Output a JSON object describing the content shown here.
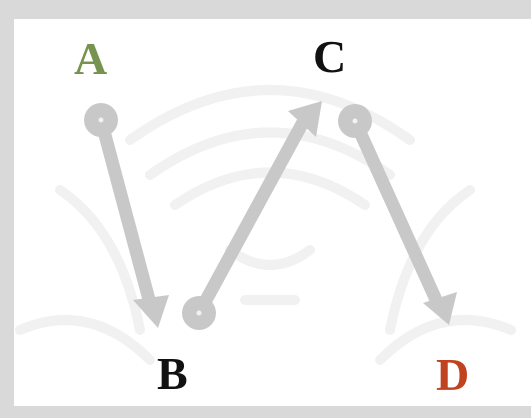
{
  "points": {
    "a": {
      "label": "A"
    },
    "b": {
      "label": "B"
    },
    "c": {
      "label": "C"
    },
    "d": {
      "label": "D"
    }
  },
  "colors": {
    "background": "#d9d9d9",
    "canvas": "#ffffff",
    "arrow": "#c8c8c8",
    "arrow_dot": "#f2f2f2",
    "label_a": "#76934f",
    "label_b": "#111111",
    "label_c": "#111111",
    "label_d": "#c0421f",
    "watermark": "#f1f1f1"
  },
  "arrows": [
    {
      "from": "A",
      "to": "B"
    },
    {
      "from": "B",
      "to": "C"
    },
    {
      "from": "C",
      "to": "D"
    }
  ]
}
